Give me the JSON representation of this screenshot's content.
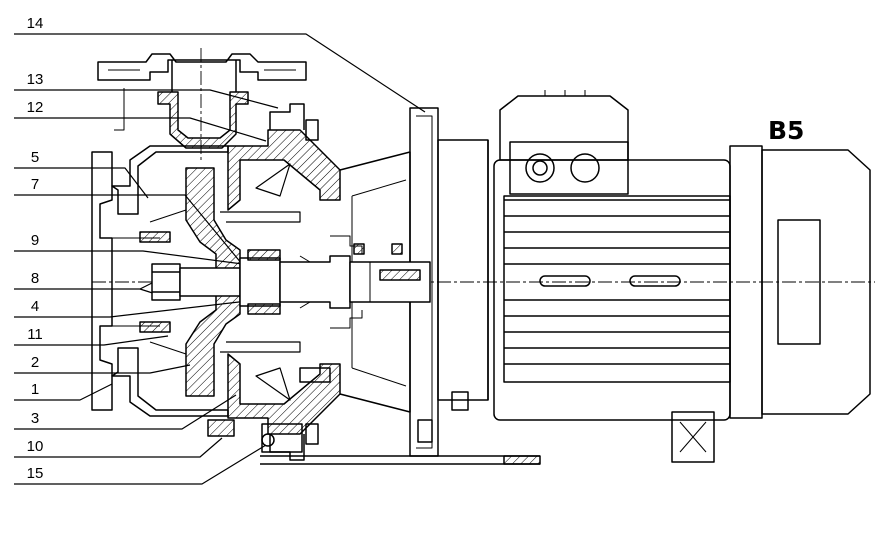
{
  "labels": [
    "14",
    "13",
    "12",
    "5",
    "7",
    "9",
    "8",
    "4",
    "11",
    "2",
    "1",
    "3",
    "10",
    "15"
  ],
  "variant": "B5",
  "colors": {
    "line": "#000000",
    "background": "#ffffff"
  }
}
